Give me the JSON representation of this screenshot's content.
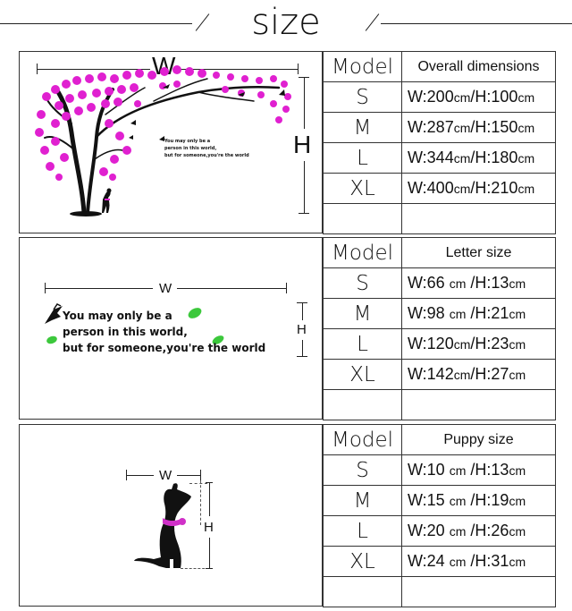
{
  "page": {
    "title": "size"
  },
  "section1": {
    "w_label": "W",
    "h_label": "H",
    "quote_lines": [
      "You may only be a",
      "person in this world,",
      "but for someone,you're the world"
    ],
    "colors": {
      "leaves": "#e020d0",
      "trunk": "#111111"
    },
    "table": {
      "header_model": "Model",
      "header_value": "Overall dimensions",
      "rows": [
        {
          "size": "S",
          "w": "200",
          "h": "100",
          "unit": "cm"
        },
        {
          "size": "M",
          "w": "287",
          "h": "150",
          "unit": "cm"
        },
        {
          "size": "L",
          "w": "344",
          "h": "180",
          "unit": "cm"
        },
        {
          "size": "XL",
          "w": "400",
          "h": "210",
          "unit": "cm"
        }
      ]
    }
  },
  "section2": {
    "w_label": "W",
    "h_label": "H",
    "quote_lines": [
      "You may only be a",
      "person in this world,",
      "but for someone,you're the world"
    ],
    "colors": {
      "leaves": "#3cc83c"
    },
    "table": {
      "header_model": "Model",
      "header_value": "Letter size",
      "rows": [
        {
          "size": "S",
          "w": "66",
          "h": "13",
          "unit": "cm"
        },
        {
          "size": "M",
          "w": "98",
          "h": "21",
          "unit": "cm"
        },
        {
          "size": "L",
          "w": "120",
          "h": "23",
          "unit": "cm"
        },
        {
          "size": "XL",
          "w": "142",
          "h": "27",
          "unit": "cm"
        }
      ]
    }
  },
  "section3": {
    "w_label": "W",
    "h_label": "H",
    "colors": {
      "collar": "#d030c8",
      "body": "#111111"
    },
    "table": {
      "header_model": "Model",
      "header_value": "Puppy size",
      "rows": [
        {
          "size": "S",
          "w": "10",
          "h": "13",
          "unit": "cm"
        },
        {
          "size": "M",
          "w": "15",
          "h": "19",
          "unit": "cm"
        },
        {
          "size": "L",
          "w": "20",
          "h": "26",
          "unit": "cm"
        },
        {
          "size": "XL",
          "w": "24",
          "h": "31",
          "unit": "cm"
        }
      ]
    }
  },
  "labels": {
    "w_prefix": "W:",
    "h_prefix": "H:",
    "sep": "/"
  }
}
